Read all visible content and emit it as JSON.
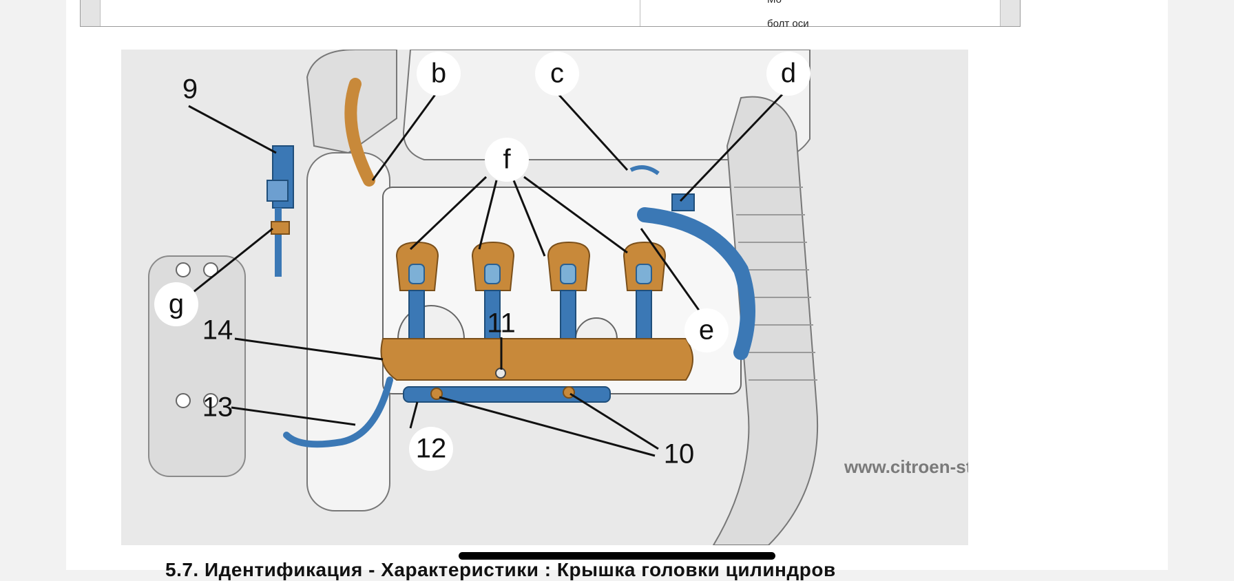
{
  "table_fragment": {
    "line1": "Мо",
    "line2": "болт оси"
  },
  "figure": {
    "callouts": {
      "b": "b",
      "c": "c",
      "d": "d",
      "e": "e",
      "f": "f",
      "g": "g",
      "n9": "9",
      "n10": "10",
      "n11": "11",
      "n12": "12",
      "n13": "13",
      "n14": "14"
    },
    "watermark": "www.citroen-sto.ru"
  },
  "caption": "5.7. Идентификация - Характеристики : Крышка головки цилиндров",
  "colors": {
    "highlight_blue": "#3b78b5",
    "highlight_orange": "#c8893a",
    "drawing_gray": "#c9c9c9"
  }
}
